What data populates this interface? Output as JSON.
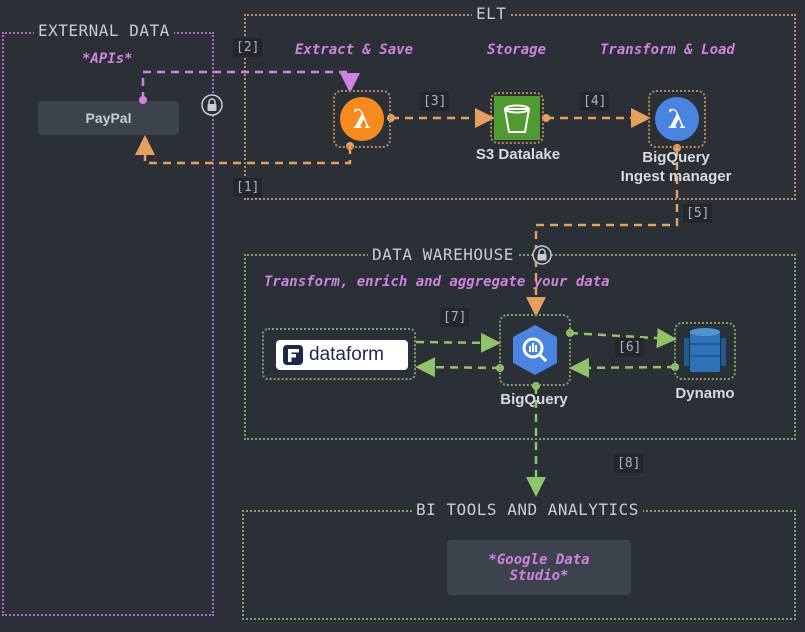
{
  "external": {
    "title": "EXTERNAL DATA",
    "apis_label": "*APIs*",
    "paypal": "PayPal"
  },
  "elt": {
    "title": "ELT",
    "extract_label": "Extract & Save",
    "storage_label": "Storage",
    "transform_label": "Transform & Load",
    "s3_label": "S3 Datalake",
    "bq_ingest_label_1": "BigQuery",
    "bq_ingest_label_2": "Ingest manager"
  },
  "warehouse": {
    "title": "DATA WAREHOUSE",
    "subtitle": "Transform, enrich and aggregate your data",
    "dataform_label": "dataform",
    "bigquery_label": "BigQuery",
    "dynamo_label": "Dynamo"
  },
  "bi": {
    "title": "BI TOOLS AND ANALYTICS",
    "tool_line1": "*Google Data",
    "tool_line2": "Studio*"
  },
  "steps": [
    "[1]",
    "[2]",
    "[3]",
    "[4]",
    "[5]",
    "[6]",
    "[7]",
    "[8]"
  ],
  "colors": {
    "orange": "#e5a060",
    "pink": "#cf82e0",
    "green": "#8fc46a",
    "lambda": "#f58b1f",
    "gcp_blue": "#4a84e0"
  }
}
